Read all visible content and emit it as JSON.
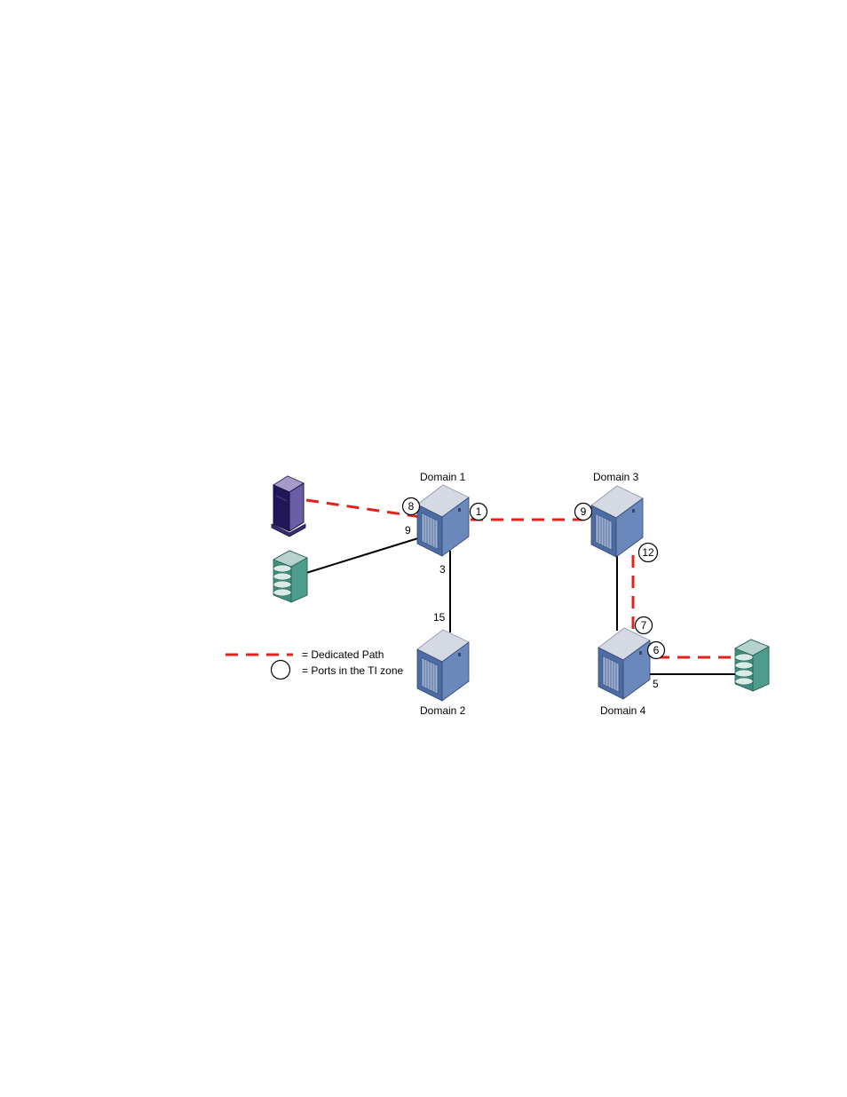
{
  "domains": {
    "d1": "Domain 1",
    "d2": "Domain 2",
    "d3": "Domain 3",
    "d4": "Domain 4"
  },
  "ports": {
    "d1_8": "8",
    "d1_1": "1",
    "d1_9": "9",
    "d1_3": "3",
    "d2_15": "15",
    "d3_9": "9",
    "d3_12": "12",
    "d4_7": "7",
    "d4_6": "6",
    "d4_5": "5"
  },
  "legend": {
    "dedicated": "= Dedicated Path",
    "ti_ports": "= Ports in the TI zone"
  },
  "colors": {
    "dedicated_path": "#e3211c",
    "switch_front": "#4a6aa0",
    "switch_side": "#5d7fb6",
    "switch_top": "#cdd3e0",
    "host": "#221a5c",
    "storage": "#3b8a7a"
  },
  "icons": {
    "host": "server-tower-icon",
    "storage": "storage-array-icon",
    "switch": "director-switch-icon"
  }
}
